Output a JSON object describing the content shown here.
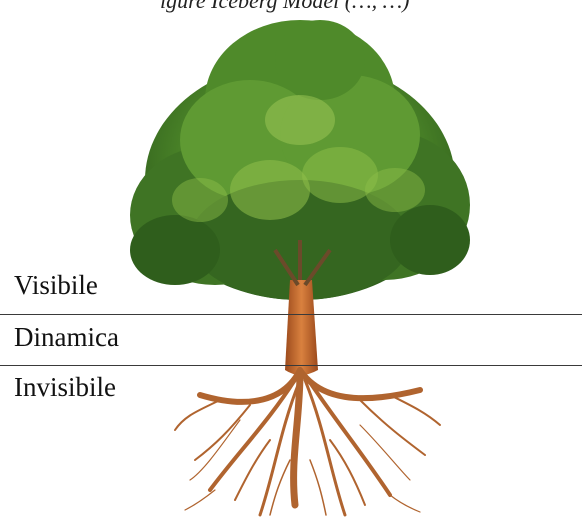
{
  "figure": {
    "caption_partial": "igure Iceberg Model (…, …)",
    "zones": {
      "visible": "Visibile",
      "dynamic": "Dinamica",
      "invisible": "Invisibile"
    },
    "illustration": "tree-with-roots-illustration",
    "colors": {
      "foliage_dark": "#2f5e1c",
      "foliage_mid": "#4f8a2a",
      "foliage_light": "#8fbf4a",
      "trunk": "#c8692b",
      "roots": "#b0642f",
      "divider": "#3a3a3a"
    }
  }
}
